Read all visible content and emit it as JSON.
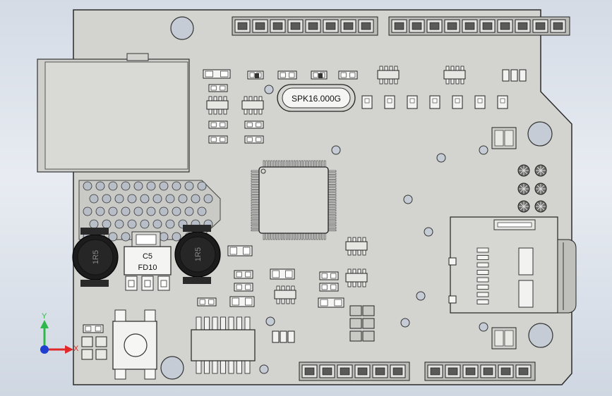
{
  "viewport": {
    "background_top": "#d4dbe5",
    "background_bottom": "#cfd7e2"
  },
  "board": {
    "fill": "#d3d3cf",
    "outline": "#2b2b2b"
  },
  "crystal": {
    "label": "SPK16.000G"
  },
  "regulator": {
    "top_label": "C5",
    "bottom_label": "FD10"
  },
  "inductor_left": {
    "marking": "1R5"
  },
  "inductor_right": {
    "marking": "1R5"
  },
  "triad": {
    "y_label": "Y",
    "x_label": "X",
    "y_color": "#2fb84a",
    "x_color": "#e02a2a",
    "z_color": "#1f3fd0"
  }
}
